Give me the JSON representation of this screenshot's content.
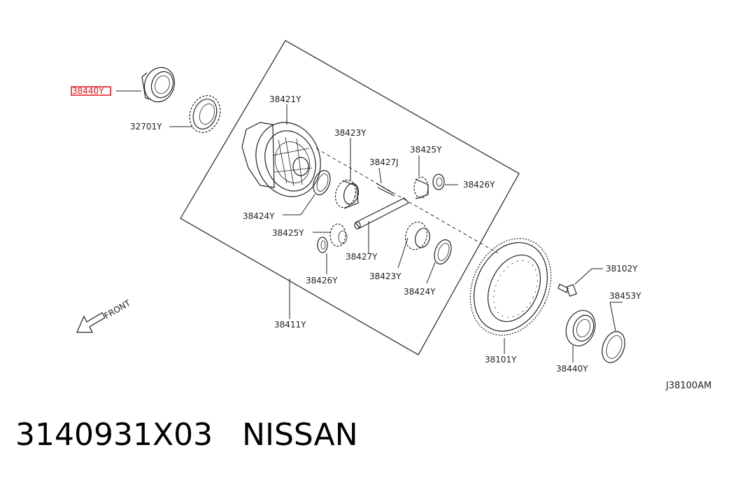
{
  "labels": {
    "l38440_top": "38440Y",
    "l32701": "32701Y",
    "l38421": "38421Y",
    "l38423_top": "38423Y",
    "l38427J": "38427J",
    "l38425_top": "38425Y",
    "l38426_top": "38426Y",
    "l38424_left": "38424Y",
    "l38425_left": "38425Y",
    "l38427Y": "38427Y",
    "l38426_bottom": "38426Y",
    "l38423_bottom": "38423Y",
    "l38424_bottom": "38424Y",
    "l38411": "38411Y",
    "l38102": "38102Y",
    "l38453": "38453Y",
    "l38101": "38101Y",
    "l38440_bottom": "38440Y",
    "front": "FRONT"
  },
  "highlight_color": "#e8141c",
  "reference_code": "J38100AM",
  "footer": {
    "part_number": "3140931X03",
    "brand": "NISSAN"
  }
}
